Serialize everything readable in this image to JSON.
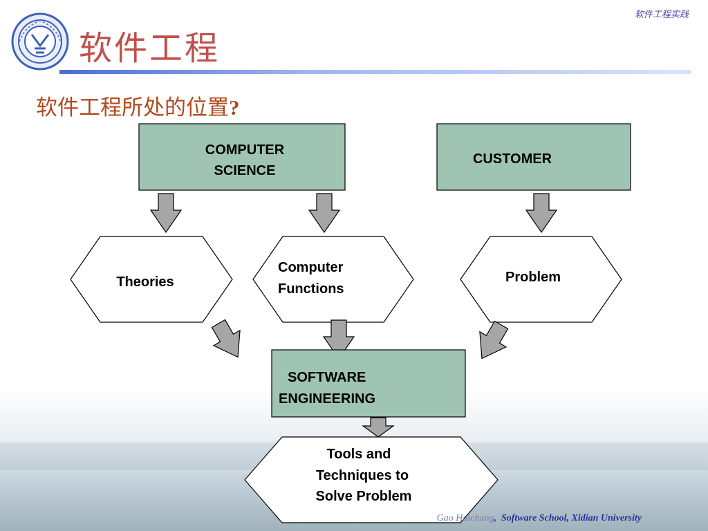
{
  "header": {
    "tag": "软件工程实践",
    "title": "软件工程"
  },
  "slide": {
    "subtitle": "软件工程所处的位置",
    "subtitle_mark": "?"
  },
  "diagram": {
    "computer_science": [
      "COMPUTER",
      "SCIENCE"
    ],
    "customer": "CUSTOMER",
    "theories": "Theories",
    "computer_functions": [
      "Computer",
      "Functions"
    ],
    "problem": "Problem",
    "software_engineering": [
      "SOFTWARE",
      "ENGINEERING"
    ],
    "tools": [
      "Tools and",
      "Techniques to",
      "Solve Problem"
    ]
  },
  "footer": {
    "author": "Gao Haichang",
    "separator": ",",
    "school": "Software School,  Xidian University"
  },
  "colors": {
    "box_fill": "#9fc4b3",
    "arrow_fill": "#a6a6a6",
    "title": "#c0504d",
    "subtitle": "#b24a1e"
  }
}
